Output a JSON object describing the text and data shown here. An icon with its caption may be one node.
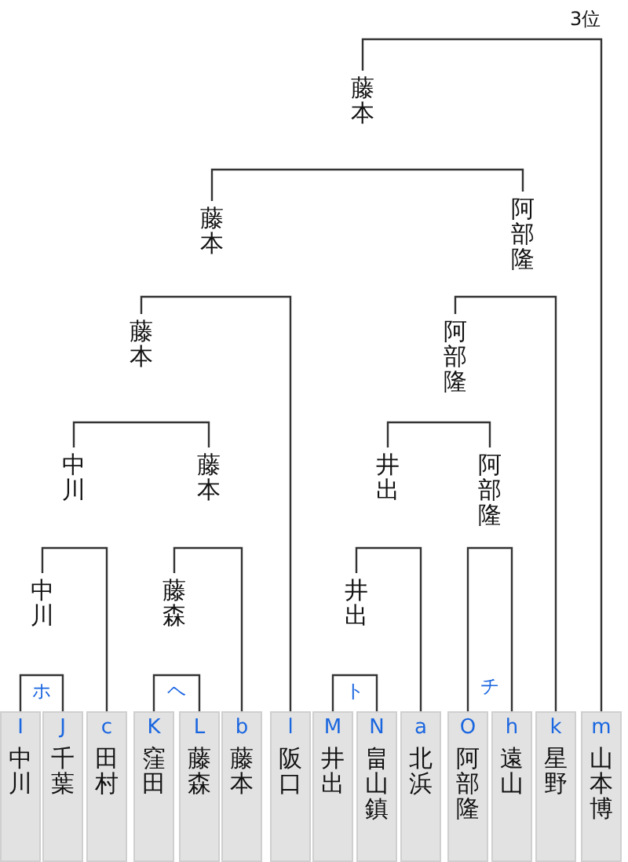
{
  "diagram": {
    "nodes": [
      {
        "text": [
          "藤本"
        ]
      },
      {
        "text": [
          "藤本"
        ]
      },
      {
        "text": [
          "阿部隆"
        ]
      },
      {
        "text": [
          "藤本"
        ]
      },
      {
        "text": [
          "阿部隆"
        ]
      },
      {
        "text": [
          "中川"
        ]
      },
      {
        "text": [
          "藤本"
        ]
      },
      {
        "text": [
          "井出"
        ]
      },
      {
        "text": [
          "阿部隆"
        ]
      },
      {
        "text": [
          "中川"
        ]
      },
      {
        "text": [
          "藤森"
        ]
      },
      {
        "text": [
          "井出"
        ]
      },
      {
        "text": [
          "I",
          "中川"
        ]
      },
      {
        "text": [
          "J",
          "千葉"
        ]
      },
      {
        "text": [
          "c",
          "田村"
        ]
      },
      {
        "text": [
          "K",
          "窪田"
        ]
      },
      {
        "text": [
          "L",
          "藤森"
        ]
      },
      {
        "text": [
          "b",
          "藤本"
        ]
      },
      {
        "text": [
          "l",
          "阪口"
        ]
      },
      {
        "text": [
          "M",
          "井出"
        ]
      },
      {
        "text": [
          "N",
          "畠山鎮"
        ]
      },
      {
        "text": [
          "a",
          "北浜"
        ]
      },
      {
        "text": [
          "O",
          "阿部隆"
        ]
      },
      {
        "text": [
          "h",
          "遠山"
        ]
      },
      {
        "text": [
          "k",
          "星野"
        ]
      },
      {
        "text": [
          "m",
          "山本博"
        ]
      }
    ],
    "edges": [
      {
        "from": 0,
        "to": 25,
        "arrow": "none"
      },
      {
        "from": 1,
        "to": 2,
        "arrow": "none"
      },
      {
        "from": 3,
        "to": 18,
        "arrow": "none"
      },
      {
        "from": 4,
        "to": 24,
        "arrow": "none"
      },
      {
        "from": 5,
        "to": 6,
        "arrow": "none"
      },
      {
        "from": 7,
        "to": 8,
        "arrow": "none"
      },
      {
        "from": 9,
        "to": 14,
        "arrow": "none"
      },
      {
        "from": 10,
        "to": 17,
        "arrow": "none"
      },
      {
        "from": 11,
        "to": 21,
        "arrow": "none"
      },
      {
        "from": 22,
        "to": 23,
        "arrow": "none",
        "label": "チ"
      },
      {
        "from": 12,
        "to": 13,
        "arrow": "none",
        "label": "ホ"
      },
      {
        "from": 15,
        "to": 16,
        "arrow": "none",
        "label": "ヘ"
      },
      {
        "from": 19,
        "to": 20,
        "arrow": "none",
        "label": "ト"
      }
    ],
    "labels": [
      "3位"
    ]
  }
}
